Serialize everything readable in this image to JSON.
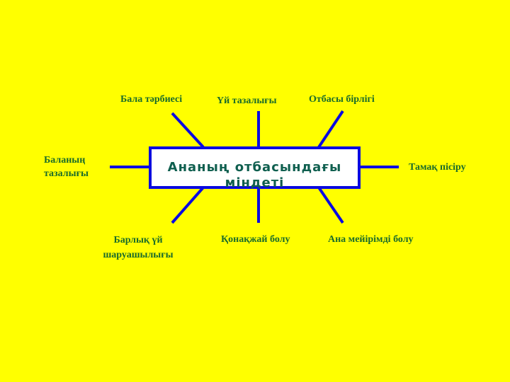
{
  "colors": {
    "background": "#ffff00",
    "line": "#0a0ae0",
    "label": "#1a6b2a",
    "title": "#0f5f4f"
  },
  "center": {
    "title": "Ананың отбасындағы міндеті"
  },
  "branches": {
    "top_left": "Бала тәрбиесі",
    "top": "Үй тазалығы",
    "top_right": "Отбасы бірлігі",
    "left_line1": "Баланың",
    "left_line2": "тазалығы",
    "right": "Тамақ пісіру",
    "bottom_left_line1": "Барлық үй",
    "bottom_left_line2": "шаруашылығы",
    "bottom": "Қонақжай болу",
    "bottom_right": "Ана мейірімді болу"
  }
}
